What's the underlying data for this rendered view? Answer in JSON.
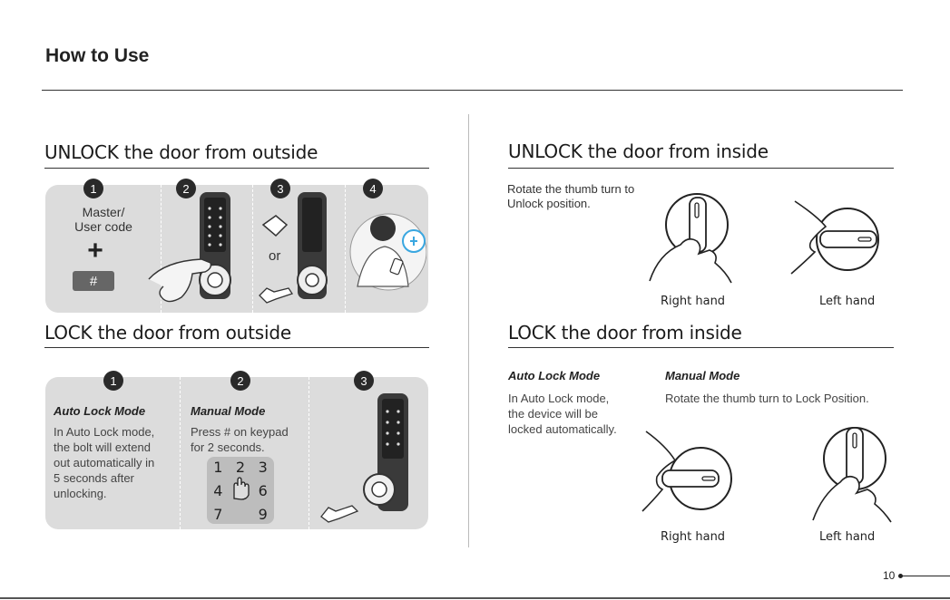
{
  "page": {
    "title": "How to Use",
    "page_number": "10"
  },
  "unlock_outside": {
    "heading": "UNLOCK the door from outside",
    "steps": [
      "1",
      "2",
      "3",
      "4"
    ],
    "code_label": "Master/\nUser code",
    "plus": "+",
    "hash": "#",
    "or": "or"
  },
  "lock_outside": {
    "heading": "LOCK the door from outside",
    "steps": [
      "1",
      "2",
      "3"
    ],
    "auto_title": "Auto Lock Mode",
    "auto_body": "In Auto Lock mode,\nthe bolt will extend\nout automatically in\n5 seconds after\nunlocking.",
    "manual_title": "Manual Mode",
    "manual_body": "Press # on keypad\nfor 2 seconds.",
    "keypad_digits": [
      "1",
      "2",
      "3",
      "4",
      "",
      "6",
      "7",
      "",
      "9"
    ]
  },
  "unlock_inside": {
    "heading": "UNLOCK the door from inside",
    "instruction": "Rotate the thumb turn to\nUnlock position.",
    "right_hand": "Right hand",
    "left_hand": "Left hand"
  },
  "lock_inside": {
    "heading": "LOCK the door from inside",
    "auto_title": "Auto Lock Mode",
    "auto_body": "In Auto Lock mode,\nthe device will be\nlocked automatically.",
    "manual_title": "Manual Mode",
    "manual_body": "Rotate the thumb turn to Lock Position.",
    "right_hand": "Right hand",
    "left_hand": "Left hand"
  }
}
